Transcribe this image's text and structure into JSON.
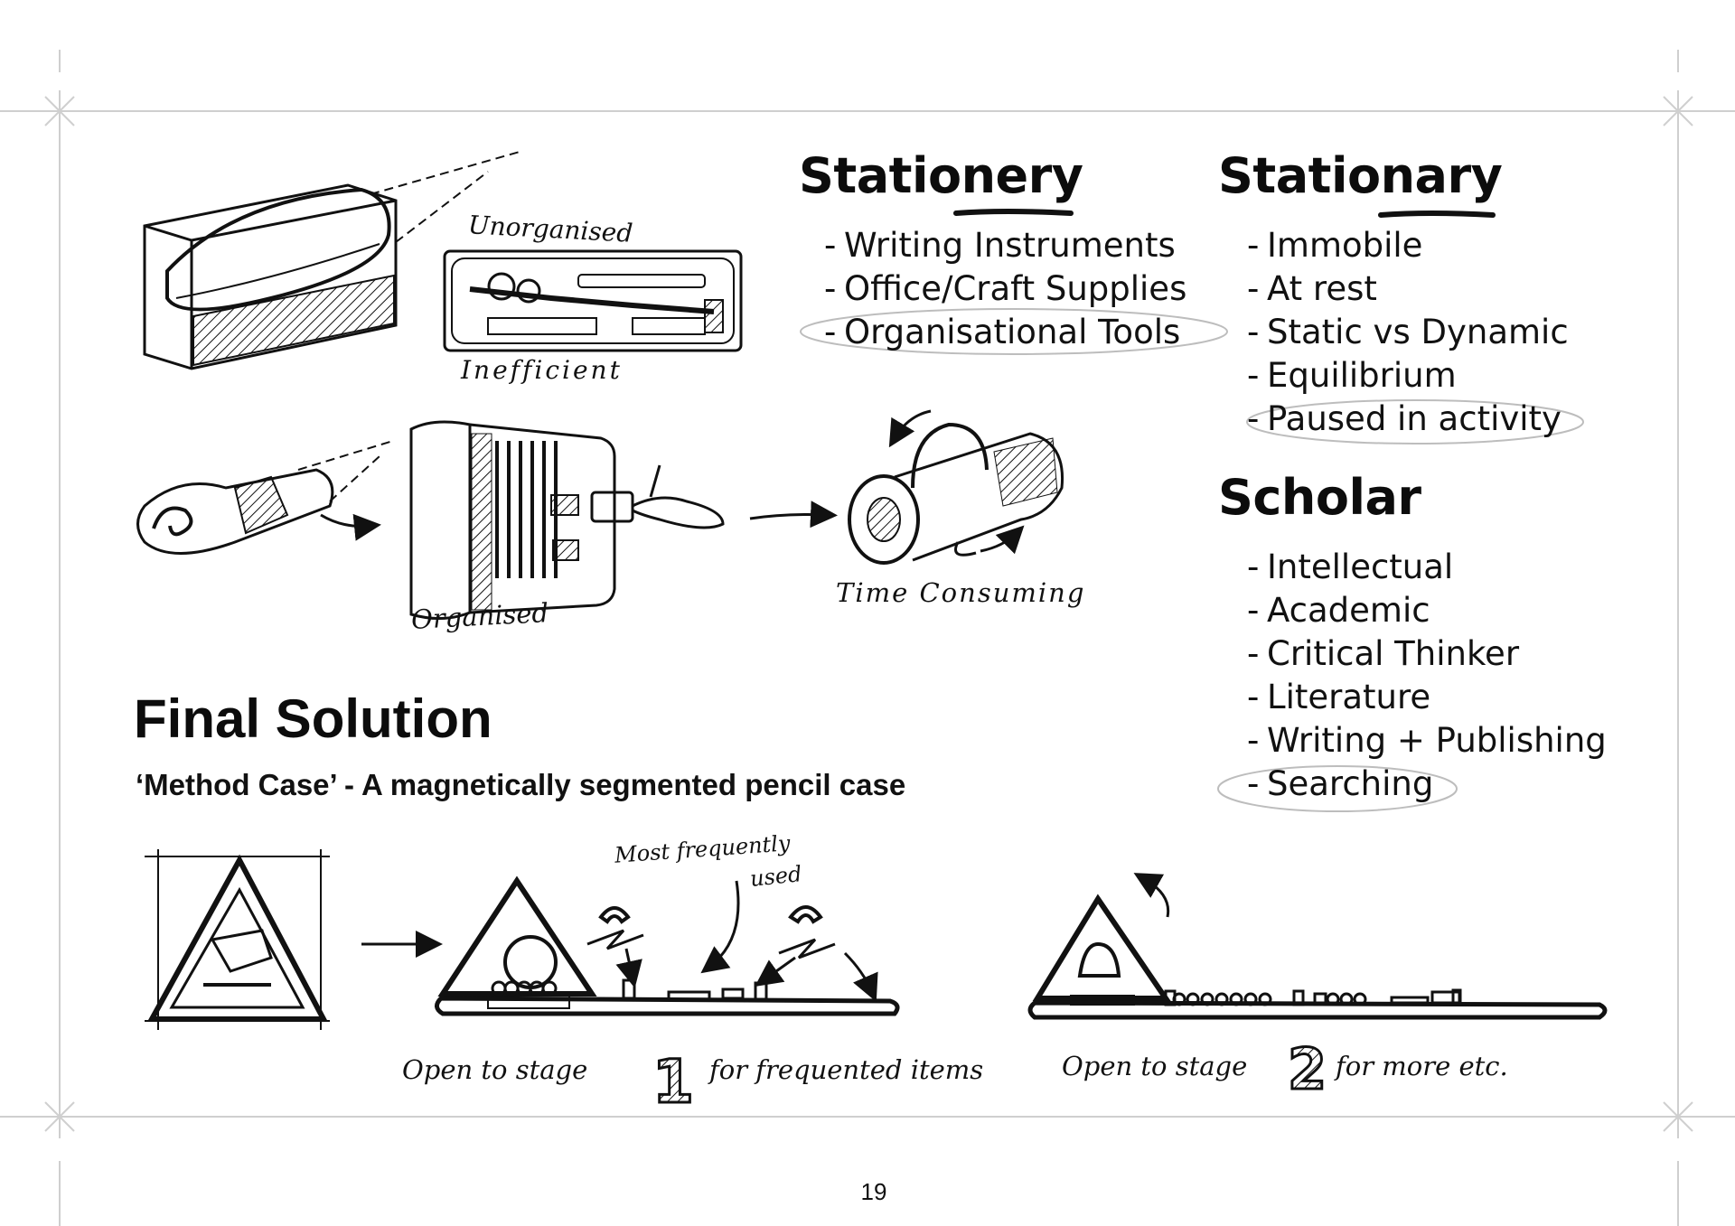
{
  "stationery": {
    "title": "Stationery",
    "items": [
      "Writing Instruments",
      "Office/Craft Supplies",
      "Organisational Tools"
    ]
  },
  "stationary": {
    "title": "Stationary",
    "items": [
      "Immobile",
      "At rest",
      "Static vs Dynamic",
      "Equilibrium",
      "Paused in activity"
    ]
  },
  "scholar": {
    "title": "Scholar",
    "items": [
      "Intellectual",
      "Academic",
      "Critical Thinker",
      "Literature",
      "Writing + Publishing",
      "Searching"
    ]
  },
  "final": {
    "title": "Final Solution",
    "subtitle": "‘Method Case’ - A magnetically segmented pencil case"
  },
  "sketch_labels": {
    "unorganised": "Unorganised",
    "inefficient": "Inefficient",
    "organised": "Organised",
    "time_consuming": "Time Consuming",
    "most_frequently_used_1": "Most frequently",
    "most_frequently_used_2": "used",
    "stage1_prefix": "Open to  stage",
    "stage1_number": "1",
    "stage1_suffix": "for frequented items",
    "stage2_prefix": "Open to  stage",
    "stage2_number": "2",
    "stage2_suffix": "for more etc."
  },
  "page_number": "19",
  "colors": {
    "ink": "#111111",
    "guide": "#d0d0d0",
    "highlight": "#bdbdbd"
  }
}
